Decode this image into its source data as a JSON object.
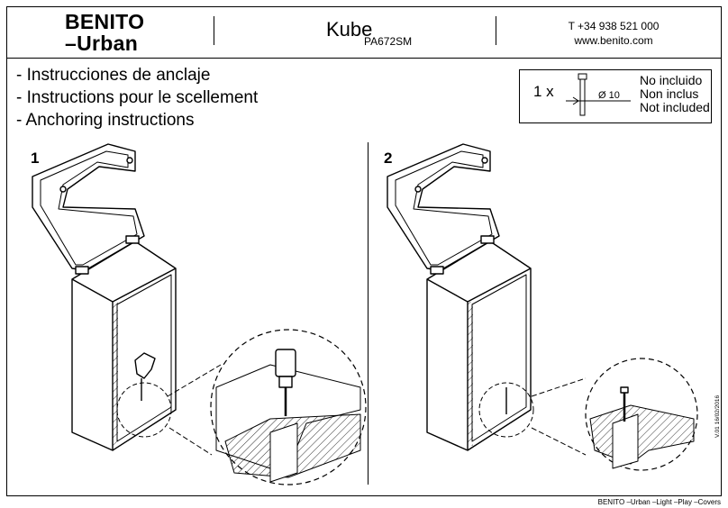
{
  "header": {
    "brand_line1": "BENITO",
    "brand_line2": "–Urban",
    "model": "Kube",
    "code": "PA672SM",
    "phone": "T +34 938 521 000",
    "website": "www.benito.com"
  },
  "instructions": [
    "- Instrucciones de anclaje",
    "- Instructions pour le scellement",
    "- Anchoring instructions"
  ],
  "parts_note": {
    "quantity": "1 x",
    "diameter": "Ø 10",
    "lines": [
      "No incluido",
      "Non inclus",
      "Not included"
    ],
    "icon": "anchor-bolt-icon"
  },
  "steps": [
    {
      "number": "1"
    },
    {
      "number": "2"
    }
  ],
  "version": "V.01 16/02/2016",
  "footer": "BENITO –Urban –Light –Play –Covers"
}
